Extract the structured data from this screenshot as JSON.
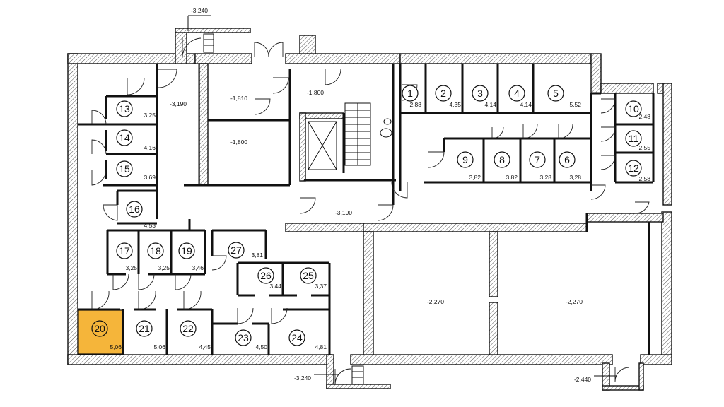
{
  "highlight_color": "#f5b53a",
  "rooms": [
    {
      "id": "1",
      "area": "2,88"
    },
    {
      "id": "2",
      "area": "4,35"
    },
    {
      "id": "3",
      "area": "4,14"
    },
    {
      "id": "4",
      "area": "4,14"
    },
    {
      "id": "5",
      "area": "5,52"
    },
    {
      "id": "6",
      "area": "3,28"
    },
    {
      "id": "7",
      "area": "3,28"
    },
    {
      "id": "8",
      "area": "3,82"
    },
    {
      "id": "9",
      "area": "3,82"
    },
    {
      "id": "10",
      "area": "2,48"
    },
    {
      "id": "11",
      "area": "2,55"
    },
    {
      "id": "12",
      "area": "2,58"
    },
    {
      "id": "13",
      "area": "3,25"
    },
    {
      "id": "14",
      "area": "4,16"
    },
    {
      "id": "15",
      "area": "3,69"
    },
    {
      "id": "16",
      "area": "4,53"
    },
    {
      "id": "17",
      "area": "3,25"
    },
    {
      "id": "18",
      "area": "3,25"
    },
    {
      "id": "19",
      "area": "3,46"
    },
    {
      "id": "20",
      "area": "5,06",
      "highlighted": true
    },
    {
      "id": "21",
      "area": "5,06"
    },
    {
      "id": "22",
      "area": "4,45"
    },
    {
      "id": "23",
      "area": "4,50"
    },
    {
      "id": "24",
      "area": "4,81"
    },
    {
      "id": "25",
      "area": "3,37"
    },
    {
      "id": "26",
      "area": "3,44"
    },
    {
      "id": "27",
      "area": "3,81"
    }
  ],
  "levels": [
    {
      "id": "top-entrance",
      "text": "-3,240"
    },
    {
      "id": "west-corridor",
      "text": "-3,190"
    },
    {
      "id": "room-upper-left",
      "text": "-1,810"
    },
    {
      "id": "room-upper-right",
      "text": "-1,800"
    },
    {
      "id": "room-lower",
      "text": "-1,800"
    },
    {
      "id": "main-corridor",
      "text": "-3,190"
    },
    {
      "id": "hall-west",
      "text": "-2,270"
    },
    {
      "id": "hall-east",
      "text": "-2,270"
    },
    {
      "id": "bottom-entrance",
      "text": "-3,240"
    },
    {
      "id": "south-east-entrance",
      "text": "-2,440"
    }
  ]
}
